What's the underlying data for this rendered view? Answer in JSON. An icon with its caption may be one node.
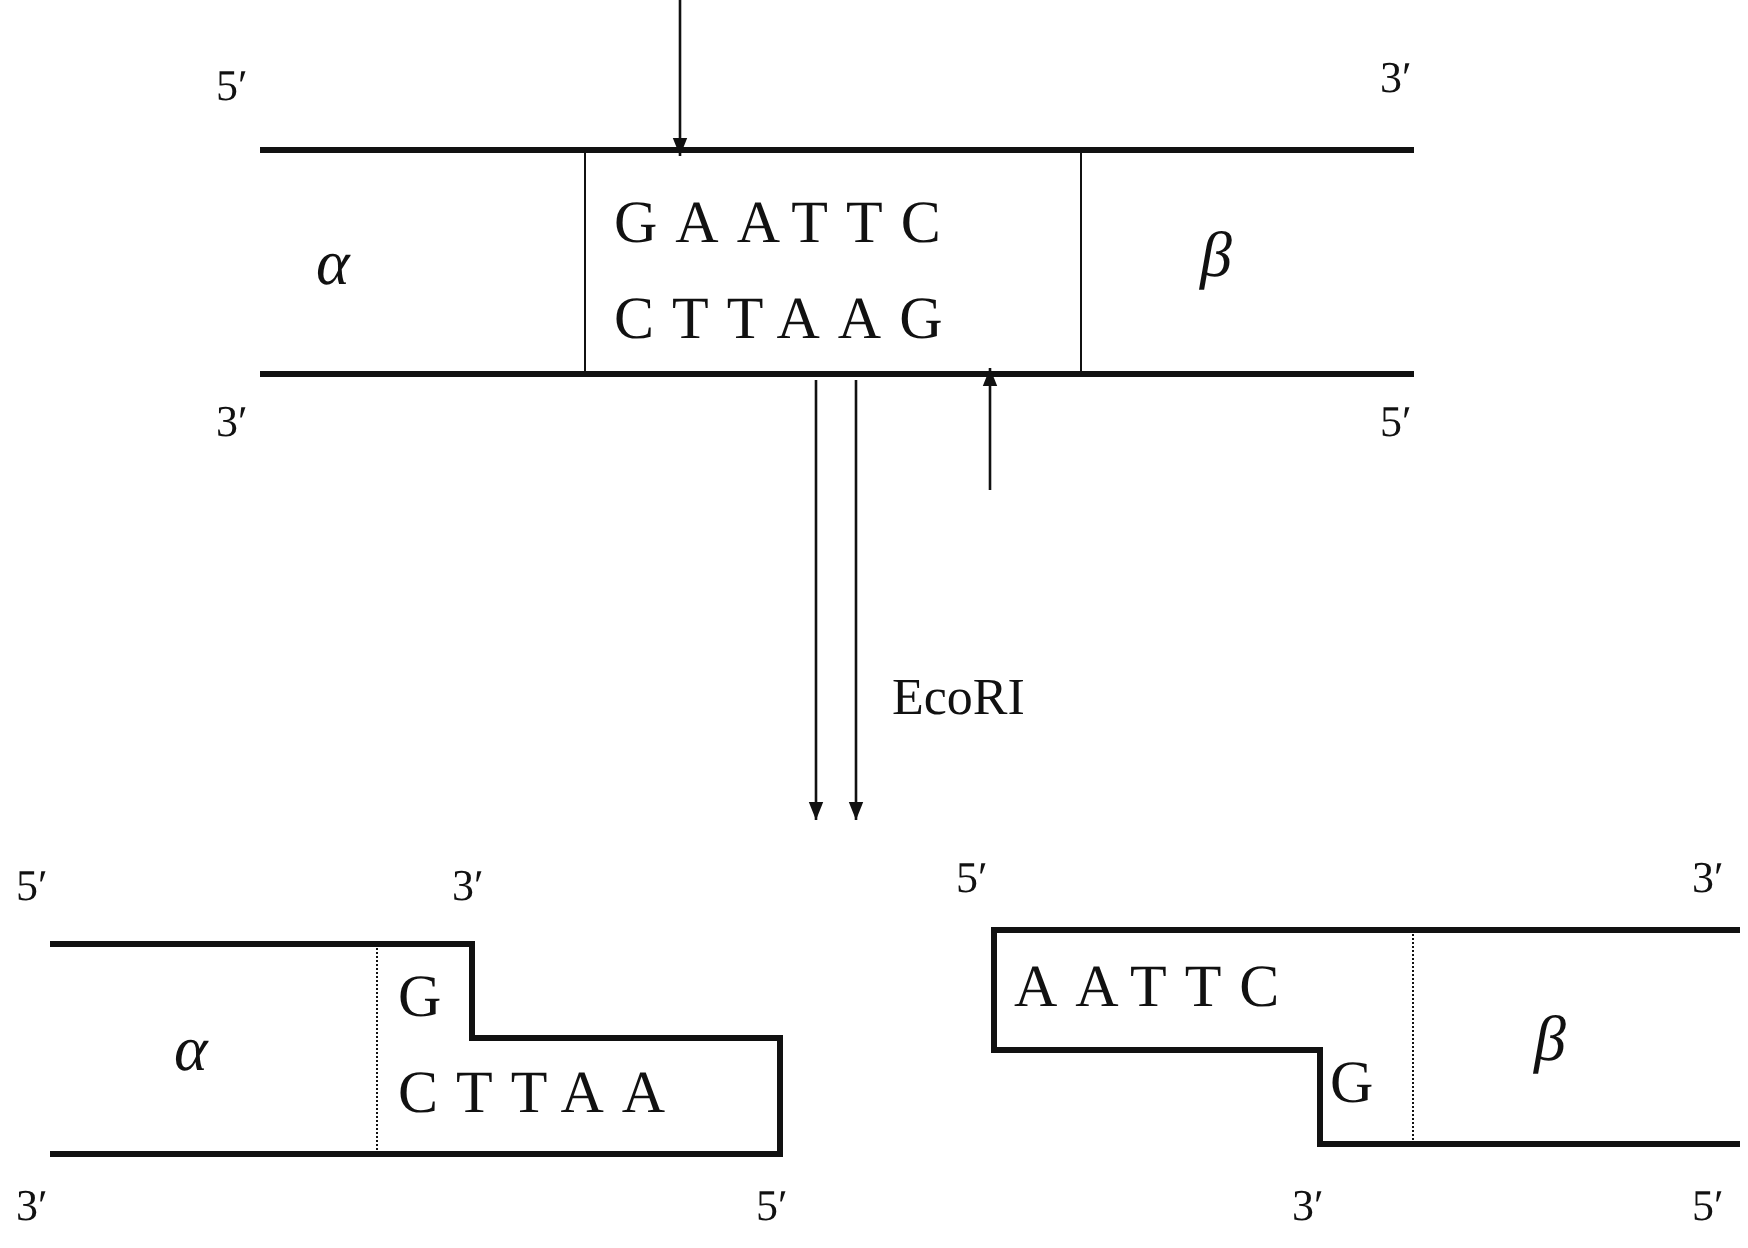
{
  "diagram": {
    "nodes": [
      {
        "text": [
          "α",
          "β"
        ]
      },
      {
        "text": [
          "GAATTC",
          "CTTAAG"
        ],
        "in": 0
      },
      {
        "text": [
          "α"
        ]
      },
      {
        "text": [
          "G",
          "CTTAA"
        ],
        "in": 2
      },
      {
        "text": [
          "β"
        ]
      },
      {
        "text": [
          "AATTC",
          "G"
        ],
        "in": 4
      }
    ],
    "edges": [
      {
        "from": null,
        "to": 1,
        "arrow": "to"
      },
      {
        "from": null,
        "to": 1,
        "arrow": "to"
      },
      {
        "from": 0,
        "to": null,
        "arrow": "to"
      },
      {
        "from": 0,
        "to": null,
        "arrow": "to",
        "label": "EcoRI"
      }
    ],
    "labels": [
      "5′",
      "3′",
      "3′",
      "5′",
      "5′",
      "3′",
      "5′",
      "3′",
      "3′",
      "5′",
      "3′",
      "5′"
    ]
  }
}
